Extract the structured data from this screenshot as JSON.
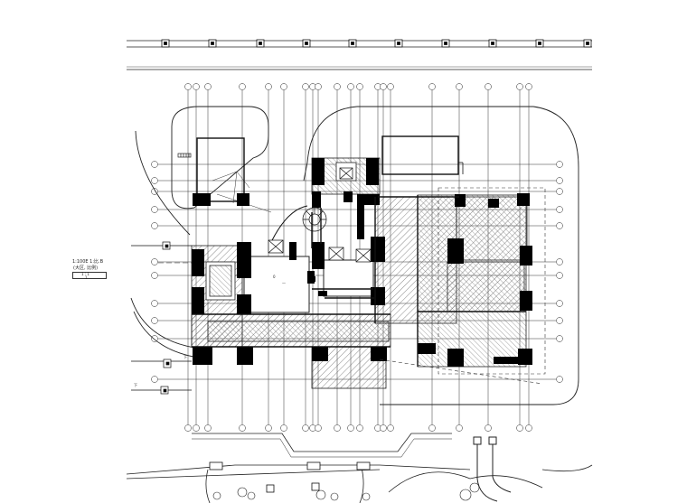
{
  "drawing": {
    "line_color": "#222222",
    "wall_fill": "#000000",
    "hatch_color": "#444444",
    "background": "#ffffff"
  },
  "note": {
    "title": "1:100E 1:比.B",
    "subtitle": "(大区, 比例)",
    "value_a": "1 : 1",
    "value_b": "1"
  },
  "room_labels": {
    "label_a": "—",
    "label_b": "0"
  },
  "symbols": {
    "north_marker": "下",
    "left_marker": "下"
  }
}
